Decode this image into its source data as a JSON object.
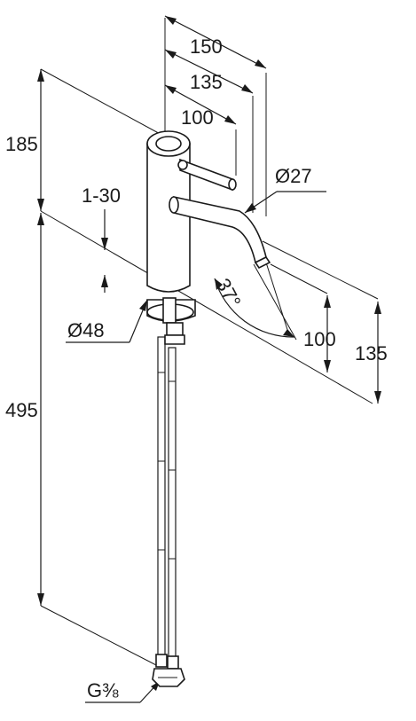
{
  "dimensions": {
    "overall_reach": "150",
    "spout_reach": "135",
    "lever_reach": "100",
    "spout_diameter": "Ø27",
    "body_height": "185",
    "deck_thickness": "1-30",
    "base_diameter": "Ø48",
    "swivel_angle": "37°",
    "outlet_height_low": "100",
    "outlet_height_high": "135",
    "hose_length": "495",
    "connection_thread": "G⅜"
  }
}
